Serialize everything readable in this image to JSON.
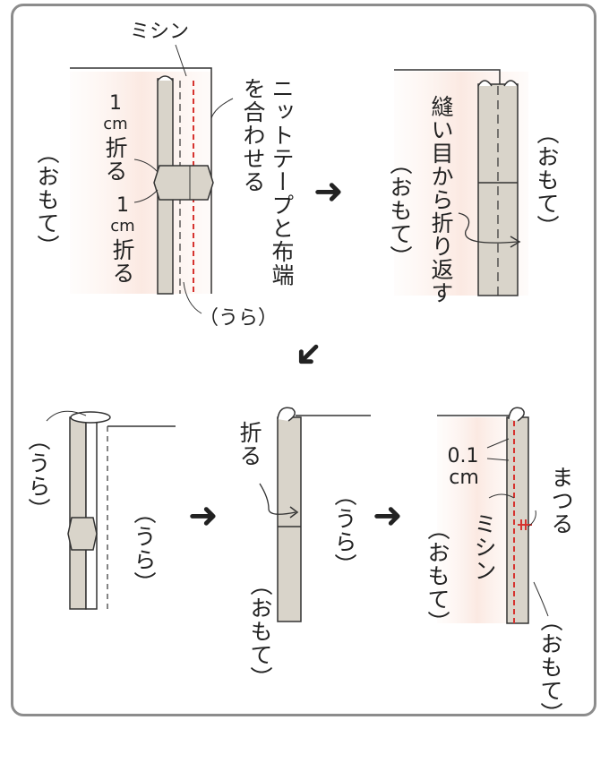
{
  "labels": {
    "mishin": "ミシン",
    "knit_tape": "ニットテープと布端",
    "awaseru": "を合わせる",
    "fold_1cm_a_num": "1",
    "fold_1cm_a_unit": "cm",
    "fold_1cm_a_verb": "折る",
    "fold_1cm_b_num": "1",
    "fold_1cm_b_unit": "cm",
    "fold_1cm_b_verb": "折る",
    "omote": "（おもて）",
    "ura": "（うら）",
    "seam_fold_line1": "縫い目から折り返す",
    "oru": "折る",
    "point_one": "0.1",
    "cm": "cm",
    "matsuru": "まつる"
  },
  "colors": {
    "tape_fill": "#d9d4ca",
    "tape_stroke": "#333333",
    "stitch_red": "#d6332f",
    "fabric_tint": "#fbeee8",
    "frame": "#8c8c8c"
  },
  "icons": [
    "right-arrow-icon",
    "down-left-arrow-icon",
    "fold-curve-arrow-icon"
  ]
}
